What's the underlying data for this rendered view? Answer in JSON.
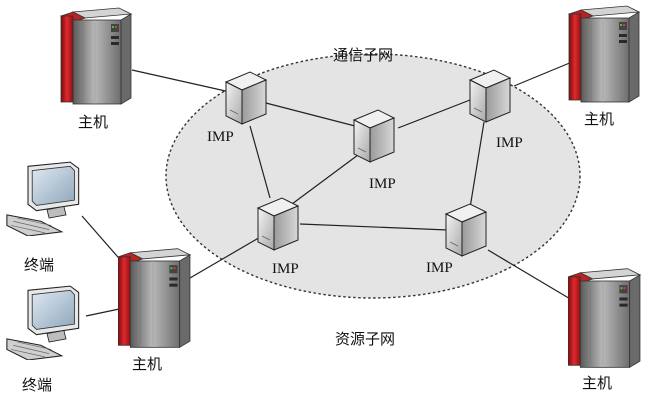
{
  "subnet": {
    "communication_label": "通信子网",
    "resource_label": "资源子网"
  },
  "nodes": {
    "host_label": "主机",
    "terminal_label": "终端",
    "imp_label": "IMP"
  },
  "colors": {
    "ellipse_fill": "#e4e4e4",
    "ellipse_stroke": "#333333",
    "host_accent": "#c0171c",
    "host_body": "#8a8a8a",
    "imp_body": "#d9d9d9"
  }
}
